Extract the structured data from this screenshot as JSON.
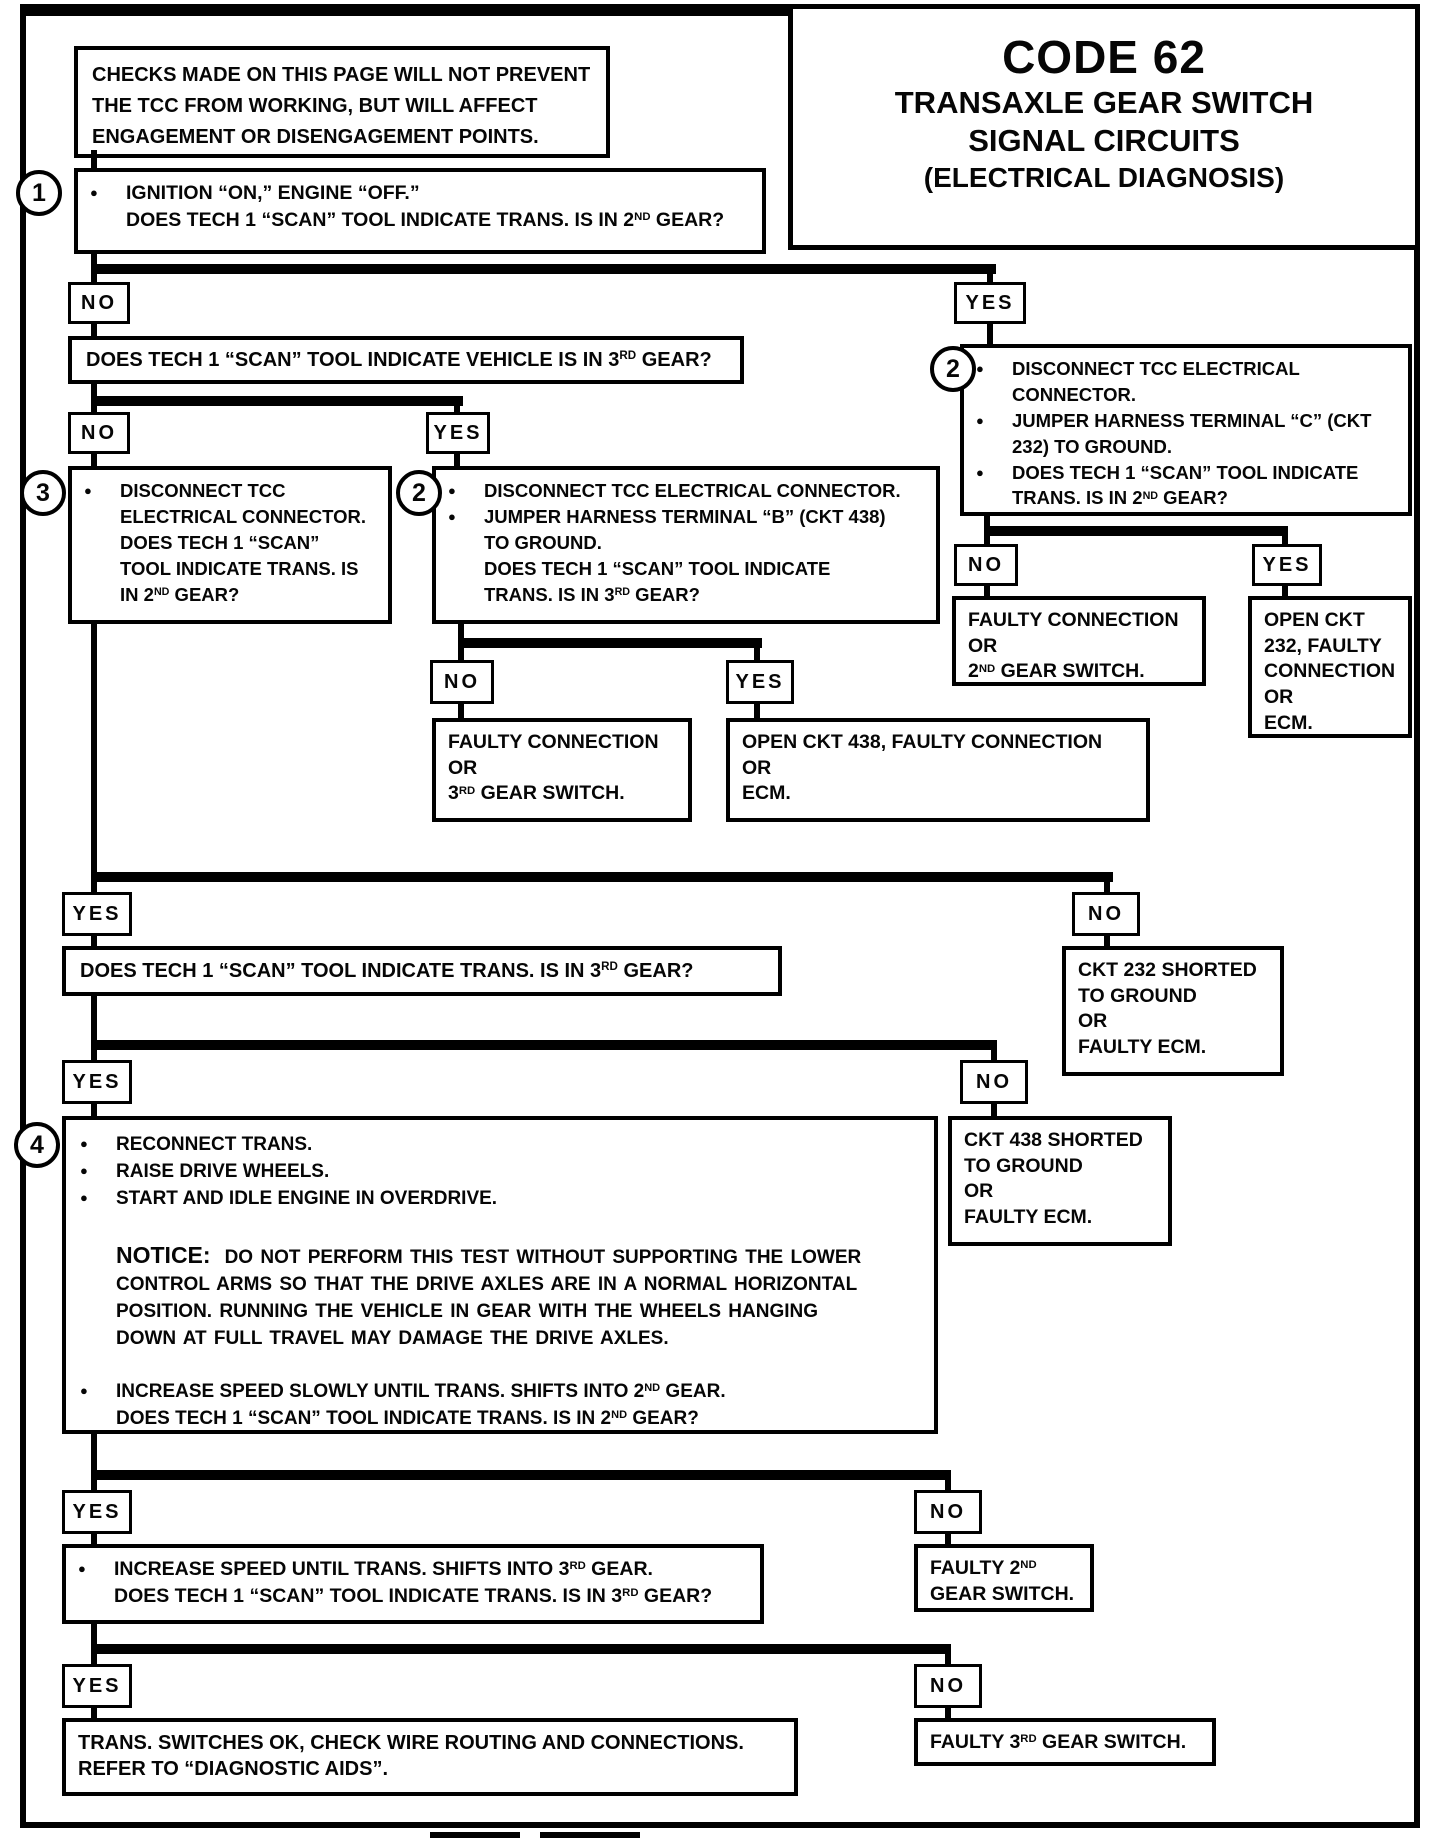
{
  "labels": {
    "yes": "YES",
    "no": "NO"
  },
  "title": {
    "code": "CODE 62",
    "line1": "TRANSAXLE GEAR SWITCH",
    "line2": "SIGNAL CIRCUITS",
    "line3": "(ELECTRICAL DIAGNOSIS)"
  },
  "note": {
    "lines": [
      "CHECKS MADE ON THIS PAGE WILL NOT PREVENT",
      "THE TCC FROM WORKING, BUT WILL AFFECT",
      "ENGAGEMENT OR DISENGAGEMENT POINTS."
    ]
  },
  "step1": {
    "num": "1",
    "lines": [
      {
        "b": 1,
        "t": "IGNITION “ON,” ENGINE “OFF.”"
      },
      {
        "b": 0,
        "t": "DOES TECH 1 “SCAN” TOOL INDICATE TRANS. IS IN 2^{ND} GEAR?"
      }
    ]
  },
  "q_vehicle_3rd": "DOES TECH 1 “SCAN” TOOL INDICATE VEHICLE IS IN 3^{RD} GEAR?",
  "step2_right": {
    "num": "2",
    "lines": [
      {
        "b": 1,
        "t": "DISCONNECT TCC ELECTRICAL"
      },
      {
        "b": 0,
        "t": "CONNECTOR."
      },
      {
        "b": 1,
        "t": "JUMPER HARNESS TERMINAL “C” (CKT"
      },
      {
        "b": 0,
        "t": "232) TO GROUND."
      },
      {
        "b": 1,
        "t": "DOES TECH 1 “SCAN” TOOL INDICATE"
      },
      {
        "b": 0,
        "t": "TRANS. IS IN 2^{ND} GEAR?"
      }
    ]
  },
  "faulty_conn_2nd": {
    "lines": [
      {
        "b": 0,
        "t": "FAULTY CONNECTION"
      },
      {
        "b": 0,
        "t": "OR"
      },
      {
        "b": 0,
        "t": "2^{ND} GEAR SWITCH."
      }
    ]
  },
  "open_ckt_232": {
    "lines": [
      {
        "b": 0,
        "t": "OPEN CKT"
      },
      {
        "b": 0,
        "t": "232, FAULTY"
      },
      {
        "b": 0,
        "t": "CONNECTION"
      },
      {
        "b": 0,
        "t": "OR"
      },
      {
        "b": 0,
        "t": "ECM."
      }
    ]
  },
  "step3": {
    "num": "3",
    "lines": [
      {
        "b": 1,
        "t": "DISCONNECT TCC"
      },
      {
        "b": 0,
        "t": "ELECTRICAL CONNECTOR."
      },
      {
        "b": 0,
        "t": "DOES TECH 1 “SCAN”"
      },
      {
        "b": 0,
        "t": "TOOL INDICATE TRANS. IS"
      },
      {
        "b": 0,
        "t": "IN 2^{ND} GEAR?"
      }
    ]
  },
  "step2_mid": {
    "num": "2",
    "lines": [
      {
        "b": 1,
        "t": "DISCONNECT TCC ELECTRICAL CONNECTOR."
      },
      {
        "b": 1,
        "t": "JUMPER HARNESS TERMINAL “B” (CKT 438)"
      },
      {
        "b": 0,
        "t": "TO GROUND."
      },
      {
        "b": 0,
        "t": "DOES TECH 1 “SCAN” TOOL INDICATE"
      },
      {
        "b": 0,
        "t": "TRANS. IS IN 3^{RD} GEAR?"
      }
    ]
  },
  "faulty_conn_3rd": {
    "lines": [
      {
        "b": 0,
        "t": "FAULTY CONNECTION"
      },
      {
        "b": 0,
        "t": "OR"
      },
      {
        "b": 0,
        "t": "3^{RD} GEAR SWITCH."
      }
    ]
  },
  "open_ckt_438": {
    "lines": [
      {
        "b": 0,
        "t": "OPEN CKT 438, FAULTY CONNECTION"
      },
      {
        "b": 0,
        "t": "OR"
      },
      {
        "b": 0,
        "t": "ECM."
      }
    ]
  },
  "ckt_232_shorted": {
    "lines": [
      {
        "b": 0,
        "t": "CKT 232 SHORTED"
      },
      {
        "b": 0,
        "t": "TO GROUND"
      },
      {
        "b": 0,
        "t": "OR"
      },
      {
        "b": 0,
        "t": "FAULTY ECM."
      }
    ]
  },
  "q_trans_3rd": "DOES TECH 1 “SCAN” TOOL INDICATE TRANS. IS IN 3^{RD} GEAR?",
  "ckt_438_shorted": {
    "lines": [
      {
        "b": 0,
        "t": "CKT 438 SHORTED"
      },
      {
        "b": 0,
        "t": "TO GROUND"
      },
      {
        "b": 0,
        "t": "OR"
      },
      {
        "b": 0,
        "t": "FAULTY ECM."
      }
    ]
  },
  "step4": {
    "num": "4",
    "pre": [
      {
        "b": 1,
        "t": "RECONNECT TRANS."
      },
      {
        "b": 1,
        "t": "RAISE DRIVE WHEELS."
      },
      {
        "b": 1,
        "t": "START AND IDLE ENGINE IN OVERDRIVE."
      }
    ],
    "notice": {
      "label": "NOTICE:",
      "lines": [
        "DO NOT PERFORM THIS TEST WITHOUT SUPPORTING THE LOWER",
        "CONTROL ARMS SO THAT THE DRIVE AXLES ARE IN A NORMAL HORIZONTAL",
        "POSITION.  RUNNING THE VEHICLE IN GEAR WITH THE WHEELS HANGING",
        "DOWN AT FULL TRAVEL MAY DAMAGE THE DRIVE AXLES."
      ]
    },
    "post": [
      {
        "b": 1,
        "t": "INCREASE SPEED SLOWLY UNTIL TRANS. SHIFTS INTO 2^{ND} GEAR."
      },
      {
        "b": 0,
        "t": "DOES TECH 1 “SCAN” TOOL INDICATE TRANS. IS IN 2^{ND} GEAR?"
      }
    ]
  },
  "increase_3rd": {
    "lines": [
      {
        "b": 1,
        "t": "INCREASE SPEED UNTIL TRANS. SHIFTS INTO 3^{RD} GEAR."
      },
      {
        "b": 0,
        "t": "DOES TECH 1 “SCAN” TOOL INDICATE TRANS. IS IN 3^{RD} GEAR?"
      }
    ]
  },
  "faulty_2nd_switch": {
    "lines": [
      {
        "b": 0,
        "t": "FAULTY 2^{ND}"
      },
      {
        "b": 0,
        "t": "GEAR SWITCH."
      }
    ]
  },
  "trans_ok": {
    "lines": [
      {
        "b": 0,
        "t": "TRANS. SWITCHES OK, CHECK WIRE ROUTING AND CONNECTIONS."
      },
      {
        "b": 0,
        "t": "REFER TO “DIAGNOSTIC AIDS”."
      }
    ]
  },
  "faulty_3rd_switch": {
    "lines": [
      {
        "b": 0,
        "t": "FAULTY 3^{RD} GEAR SWITCH."
      }
    ]
  },
  "colors": {
    "ink": "#060606",
    "paper": "#ffffff"
  }
}
